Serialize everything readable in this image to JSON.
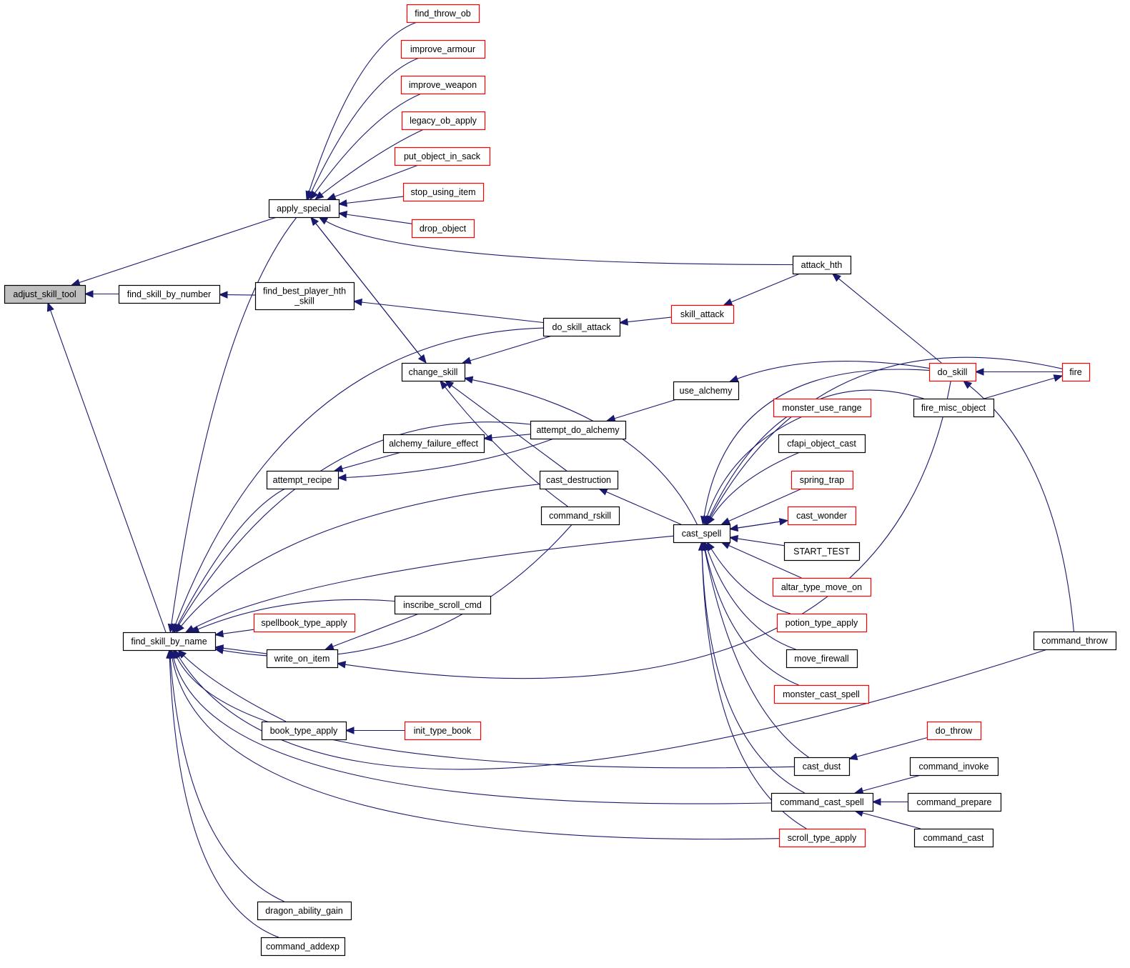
{
  "diagram": {
    "type": "call-graph",
    "colors": {
      "edge": "#191970",
      "node_border_normal": "#000000",
      "node_border_truncated": "#ff0000",
      "root_fill": "#bfbfbf",
      "node_fill": "#ffffff"
    },
    "root": "adjust_skill_tool",
    "nodes": [
      {
        "id": "adjust_skill_tool",
        "label": "adjust_skill_tool",
        "kind": "root"
      },
      {
        "id": "find_skill_by_number",
        "label": "find_skill_by_number",
        "kind": "normal"
      },
      {
        "id": "find_skill_by_name",
        "label": "find_skill_by_name",
        "kind": "normal"
      },
      {
        "id": "apply_special",
        "label": "apply_special",
        "kind": "normal"
      },
      {
        "id": "find_best_player_hth_skill",
        "label": "find_best_player_hth\n_skill",
        "kind": "normal"
      },
      {
        "id": "find_throw_ob",
        "label": "find_throw_ob",
        "kind": "truncated"
      },
      {
        "id": "improve_armour",
        "label": "improve_armour",
        "kind": "truncated"
      },
      {
        "id": "improve_weapon",
        "label": "improve_weapon",
        "kind": "truncated"
      },
      {
        "id": "legacy_ob_apply",
        "label": "legacy_ob_apply",
        "kind": "truncated"
      },
      {
        "id": "put_object_in_sack",
        "label": "put_object_in_sack",
        "kind": "truncated"
      },
      {
        "id": "stop_using_item",
        "label": "stop_using_item",
        "kind": "truncated"
      },
      {
        "id": "drop_object",
        "label": "drop_object",
        "kind": "truncated"
      },
      {
        "id": "attack_hth",
        "label": "attack_hth",
        "kind": "normal"
      },
      {
        "id": "skill_attack",
        "label": "skill_attack",
        "kind": "truncated"
      },
      {
        "id": "do_skill_attack",
        "label": "do_skill_attack",
        "kind": "normal"
      },
      {
        "id": "change_skill",
        "label": "change_skill",
        "kind": "normal"
      },
      {
        "id": "use_alchemy",
        "label": "use_alchemy",
        "kind": "normal"
      },
      {
        "id": "attempt_do_alchemy",
        "label": "attempt_do_alchemy",
        "kind": "normal"
      },
      {
        "id": "alchemy_failure_effect",
        "label": "alchemy_failure_effect",
        "kind": "normal"
      },
      {
        "id": "attempt_recipe",
        "label": "attempt_recipe",
        "kind": "normal"
      },
      {
        "id": "cast_destruction",
        "label": "cast_destruction",
        "kind": "normal"
      },
      {
        "id": "command_rskill",
        "label": "command_rskill",
        "kind": "normal"
      },
      {
        "id": "cast_spell",
        "label": "cast_spell",
        "kind": "normal"
      },
      {
        "id": "inscribe_scroll_cmd",
        "label": "inscribe_scroll_cmd",
        "kind": "normal"
      },
      {
        "id": "spellbook_type_apply",
        "label": "spellbook_type_apply",
        "kind": "truncated"
      },
      {
        "id": "write_on_item",
        "label": "write_on_item",
        "kind": "normal"
      },
      {
        "id": "book_type_apply",
        "label": "book_type_apply",
        "kind": "normal"
      },
      {
        "id": "init_type_book",
        "label": "init_type_book",
        "kind": "truncated"
      },
      {
        "id": "dragon_ability_gain",
        "label": "dragon_ability_gain",
        "kind": "normal"
      },
      {
        "id": "command_addexp",
        "label": "command_addexp",
        "kind": "normal"
      },
      {
        "id": "do_skill",
        "label": "do_skill",
        "kind": "truncated"
      },
      {
        "id": "fire",
        "label": "fire",
        "kind": "truncated"
      },
      {
        "id": "fire_misc_object",
        "label": "fire_misc_object",
        "kind": "normal"
      },
      {
        "id": "monster_use_range",
        "label": "monster_use_range",
        "kind": "truncated"
      },
      {
        "id": "cfapi_object_cast",
        "label": "cfapi_object_cast",
        "kind": "normal"
      },
      {
        "id": "spring_trap",
        "label": "spring_trap",
        "kind": "truncated"
      },
      {
        "id": "cast_wonder",
        "label": "cast_wonder",
        "kind": "truncated"
      },
      {
        "id": "START_TEST",
        "label": "START_TEST",
        "kind": "normal"
      },
      {
        "id": "altar_type_move_on",
        "label": "altar_type_move_on",
        "kind": "truncated"
      },
      {
        "id": "potion_type_apply",
        "label": "potion_type_apply",
        "kind": "truncated"
      },
      {
        "id": "move_firewall",
        "label": "move_firewall",
        "kind": "normal"
      },
      {
        "id": "monster_cast_spell",
        "label": "monster_cast_spell",
        "kind": "truncated"
      },
      {
        "id": "cast_dust",
        "label": "cast_dust",
        "kind": "normal"
      },
      {
        "id": "do_throw",
        "label": "do_throw",
        "kind": "truncated"
      },
      {
        "id": "command_cast_spell",
        "label": "command_cast_spell",
        "kind": "normal"
      },
      {
        "id": "command_invoke",
        "label": "command_invoke",
        "kind": "normal"
      },
      {
        "id": "command_prepare",
        "label": "command_prepare",
        "kind": "normal"
      },
      {
        "id": "command_cast",
        "label": "command_cast",
        "kind": "normal"
      },
      {
        "id": "scroll_type_apply",
        "label": "scroll_type_apply",
        "kind": "truncated"
      },
      {
        "id": "command_throw",
        "label": "command_throw",
        "kind": "normal"
      }
    ],
    "edges": [
      {
        "from": "find_skill_by_number",
        "to": "adjust_skill_tool"
      },
      {
        "from": "apply_special",
        "to": "adjust_skill_tool"
      },
      {
        "from": "find_skill_by_name",
        "to": "adjust_skill_tool"
      },
      {
        "from": "find_best_player_hth_skill",
        "to": "find_skill_by_number"
      },
      {
        "from": "find_throw_ob",
        "to": "apply_special"
      },
      {
        "from": "improve_armour",
        "to": "apply_special"
      },
      {
        "from": "improve_weapon",
        "to": "apply_special"
      },
      {
        "from": "legacy_ob_apply",
        "to": "apply_special"
      },
      {
        "from": "put_object_in_sack",
        "to": "apply_special"
      },
      {
        "from": "stop_using_item",
        "to": "apply_special"
      },
      {
        "from": "drop_object",
        "to": "apply_special"
      },
      {
        "from": "attack_hth",
        "to": "apply_special"
      },
      {
        "from": "change_skill",
        "to": "apply_special"
      },
      {
        "from": "apply_special",
        "to": "change_skill"
      },
      {
        "from": "do_skill_attack",
        "to": "find_best_player_hth_skill"
      },
      {
        "from": "skill_attack",
        "to": "do_skill_attack"
      },
      {
        "from": "attack_hth",
        "to": "skill_attack"
      },
      {
        "from": "do_skill",
        "to": "attack_hth"
      },
      {
        "from": "do_skill_attack",
        "to": "change_skill"
      },
      {
        "from": "cast_spell",
        "to": "change_skill"
      },
      {
        "from": "cast_destruction",
        "to": "change_skill"
      },
      {
        "from": "command_rskill",
        "to": "change_skill"
      },
      {
        "from": "use_alchemy",
        "to": "attempt_do_alchemy"
      },
      {
        "from": "do_skill",
        "to": "use_alchemy"
      },
      {
        "from": "attempt_do_alchemy",
        "to": "alchemy_failure_effect"
      },
      {
        "from": "alchemy_failure_effect",
        "to": "attempt_recipe"
      },
      {
        "from": "attempt_do_alchemy",
        "to": "attempt_recipe"
      },
      {
        "from": "cast_spell",
        "to": "cast_destruction"
      },
      {
        "from": "do_skill",
        "to": "write_on_item"
      },
      {
        "from": "inscribe_scroll_cmd",
        "to": "write_on_item"
      },
      {
        "from": "init_type_book",
        "to": "book_type_apply"
      },
      {
        "from": "do_skill_attack",
        "to": "find_skill_by_name"
      },
      {
        "from": "attempt_do_alchemy",
        "to": "find_skill_by_name"
      },
      {
        "from": "attempt_recipe",
        "to": "find_skill_by_name"
      },
      {
        "from": "cast_destruction",
        "to": "find_skill_by_name"
      },
      {
        "from": "cast_spell",
        "to": "find_skill_by_name"
      },
      {
        "from": "inscribe_scroll_cmd",
        "to": "find_skill_by_name"
      },
      {
        "from": "spellbook_type_apply",
        "to": "find_skill_by_name"
      },
      {
        "from": "write_on_item",
        "to": "find_skill_by_name"
      },
      {
        "from": "command_rskill",
        "to": "find_skill_by_name"
      },
      {
        "from": "book_type_apply",
        "to": "find_skill_by_name"
      },
      {
        "from": "cast_dust",
        "to": "find_skill_by_name"
      },
      {
        "from": "command_cast_spell",
        "to": "find_skill_by_name"
      },
      {
        "from": "scroll_type_apply",
        "to": "find_skill_by_name"
      },
      {
        "from": "command_throw",
        "to": "find_skill_by_name"
      },
      {
        "from": "dragon_ability_gain",
        "to": "find_skill_by_name"
      },
      {
        "from": "command_addexp",
        "to": "find_skill_by_name"
      },
      {
        "from": "apply_special",
        "to": "find_skill_by_name"
      },
      {
        "from": "fire",
        "to": "do_skill"
      },
      {
        "from": "fire_misc_object",
        "to": "fire"
      },
      {
        "from": "command_throw",
        "to": "do_skill"
      },
      {
        "from": "fire",
        "to": "cast_spell"
      },
      {
        "from": "fire_misc_object",
        "to": "cast_spell"
      },
      {
        "from": "do_skill",
        "to": "cast_spell"
      },
      {
        "from": "monster_use_range",
        "to": "cast_spell"
      },
      {
        "from": "cfapi_object_cast",
        "to": "cast_spell"
      },
      {
        "from": "spring_trap",
        "to": "cast_spell"
      },
      {
        "from": "cast_wonder",
        "to": "cast_spell"
      },
      {
        "from": "cast_spell",
        "to": "cast_wonder"
      },
      {
        "from": "START_TEST",
        "to": "cast_spell"
      },
      {
        "from": "altar_type_move_on",
        "to": "cast_spell"
      },
      {
        "from": "potion_type_apply",
        "to": "cast_spell"
      },
      {
        "from": "move_firewall",
        "to": "cast_spell"
      },
      {
        "from": "monster_cast_spell",
        "to": "cast_spell"
      },
      {
        "from": "cast_dust",
        "to": "cast_spell"
      },
      {
        "from": "command_cast_spell",
        "to": "cast_spell"
      },
      {
        "from": "scroll_type_apply",
        "to": "cast_spell"
      },
      {
        "from": "do_throw",
        "to": "cast_dust"
      },
      {
        "from": "command_invoke",
        "to": "command_cast_spell"
      },
      {
        "from": "command_prepare",
        "to": "command_cast_spell"
      },
      {
        "from": "command_cast",
        "to": "command_cast_spell"
      }
    ]
  }
}
